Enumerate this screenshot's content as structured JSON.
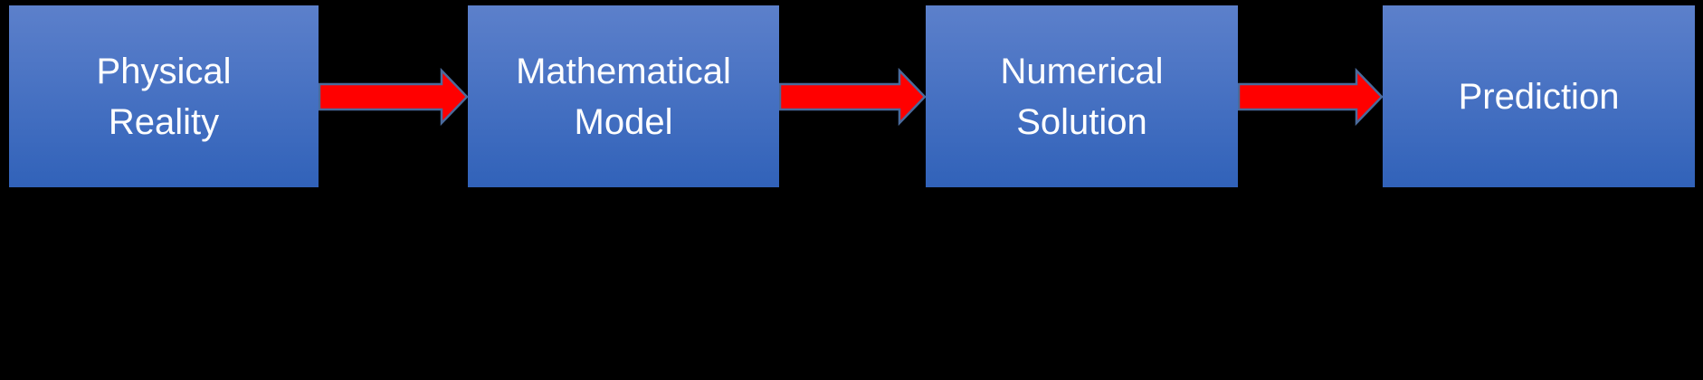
{
  "diagram": {
    "type": "flow",
    "direction": "left-to-right",
    "steps": [
      {
        "label": "Physical\nReality"
      },
      {
        "label": "Mathematical\nModel"
      },
      {
        "label": "Numerical\nSolution"
      },
      {
        "label": "Prediction"
      }
    ],
    "connectors": [
      {
        "from": "Physical Reality",
        "to": "Mathematical Model",
        "shape": "right-arrow"
      },
      {
        "from": "Mathematical Model",
        "to": "Numerical Solution",
        "shape": "right-arrow"
      },
      {
        "from": "Numerical Solution",
        "to": "Prediction",
        "shape": "right-arrow"
      }
    ]
  },
  "colors": {
    "background": "#000000",
    "box-gradient-top": "#5C80CB",
    "box-gradient-bottom": "#3162B9",
    "box-text": "#FFFFFF",
    "arrow-fill": "#FF0000",
    "arrow-outline": "#4A6A9B"
  }
}
